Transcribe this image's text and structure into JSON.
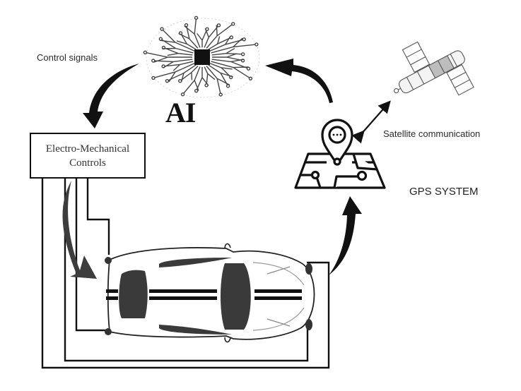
{
  "diagram": {
    "title": "AI-controlled vehicle with GPS feedback loop",
    "nodes": {
      "ai": {
        "label": "AI",
        "icon": "circuit-brain-icon"
      },
      "controls": {
        "label_line1": "Electro-Mechanical",
        "label_line2": "Controls"
      },
      "gps": {
        "label": "GPS SYSTEM",
        "icon": "map-pin-icon"
      },
      "satellite": {
        "icon": "satellite-icon"
      },
      "car": {
        "icon": "car-top-view-icon"
      }
    },
    "edges": {
      "ai_to_controls": {
        "label": "Control signals"
      },
      "gps_to_satellite": {
        "label": "Satellite communication"
      },
      "controls_to_car": {
        "label": ""
      },
      "car_to_gps": {
        "label": ""
      },
      "gps_to_ai": {
        "label": ""
      }
    },
    "colors": {
      "line": "#111111",
      "car_fill": "#3a3a3a",
      "background": "#ffffff"
    }
  }
}
